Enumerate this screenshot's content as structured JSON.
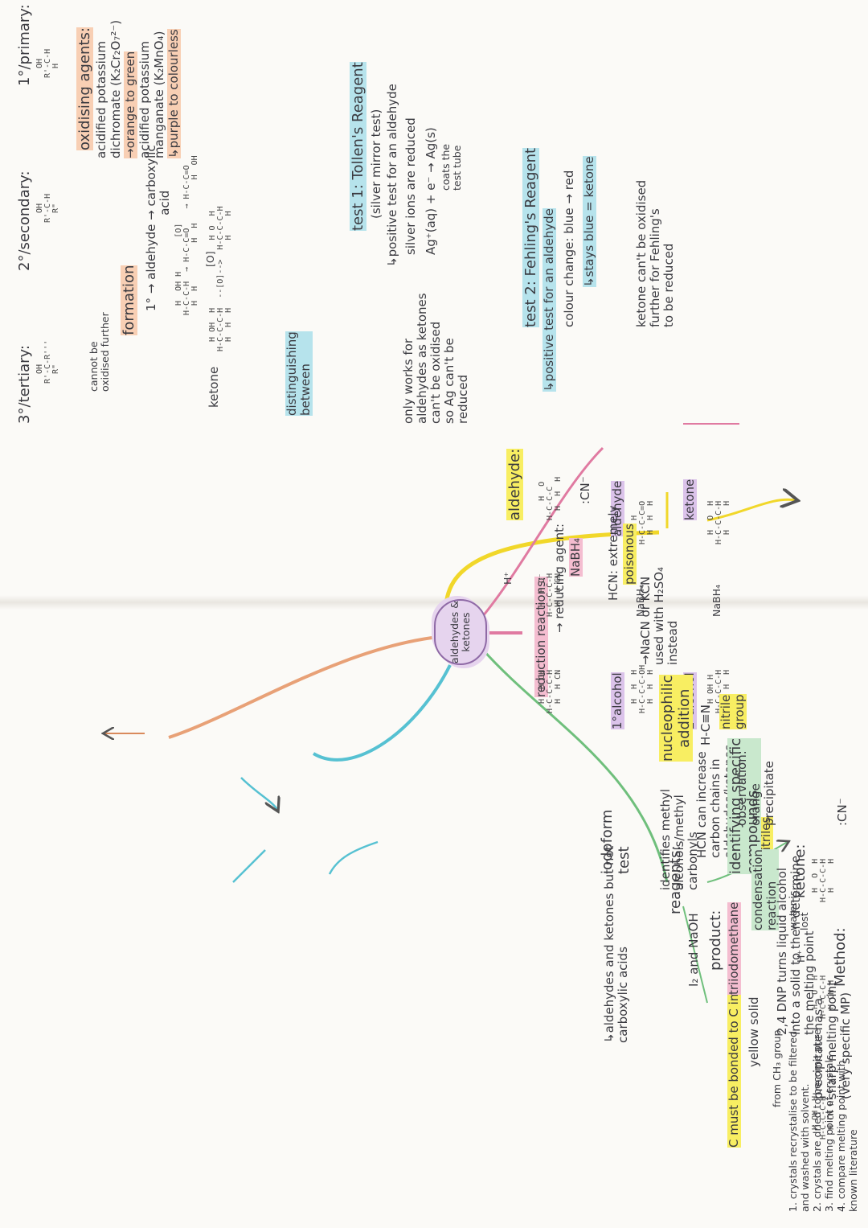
{
  "colors": {
    "orange": "#f8cfb4",
    "yellow": "#f8ee62",
    "pink": "#f4bdd0",
    "green": "#c9e8cd",
    "blue": "#b6e3ec",
    "purple": "#dbc3ea"
  },
  "icons": [
    "arrow-icon",
    "curved-arrow-icon",
    "bracket-icon"
  ],
  "center": {
    "label": "aldehydes &\nketones"
  },
  "formation": {
    "title": "formation",
    "classes": {
      "primary": "1°/primary:",
      "secondary": "2°/secondary:",
      "tertiary": "3°/tertiary:"
    },
    "tertiary_note": "cannot be\noxidised further",
    "oxidising_agents": {
      "title": "oxidising agents:",
      "lines": [
        "acidified potassium",
        "dichromate (K₂Cr₂O₇²⁻)",
        "→orange to green",
        "acidified potassium",
        "manganate (K₂MnO₄)",
        "↳purple to colourless"
      ]
    },
    "primary_route": "1° → aldehyde → carboxylic\n                         acid",
    "secondary_route": "ketone",
    "oxidant": "[O]",
    "structures": {
      "primary": "  OH\nR'-C-H\n  H",
      "secondary": "  OH\nR'-C-H\n  R\"",
      "tertiary": "  OH\nR'-C-R'''\n  R\"",
      "primary_chain": "  H  OH H       [O]\nH-C-C-H  → H-C-C=O    → H-C-C=O\n  H  H         H  H         H  OH",
      "secondary_chain": "  H OH  H              H O  H\nH-C-C-C-H  --[O]-->  H-C-C-C-H\n  H  H  H              H    H"
    }
  },
  "distinguishing": {
    "title": "distinguishing\nbetween",
    "test1": {
      "title": "test 1: Tollen's Reagent",
      "subtitle": "(silver mirror test)",
      "positive": "↳positive test for an aldehyde",
      "reduced": "silver ions are reduced",
      "equation": "Ag⁺(aq) + e⁻ → Ag(s)",
      "coat": "coats the\ntest tube",
      "note": "only works for\naldehydes as ketones\ncan't be oxidised\nso Ag can't be\nreduced"
    },
    "test2": {
      "title": "test 2: Fehling's Reagent",
      "positive": "↳positive test for an aldehyde",
      "colour": "colour change: blue → red",
      "stays": "↳stays blue = ketone",
      "ketone_note": "ketone can't be oxidised\nfurther for Fehling's\nto be reduced"
    }
  },
  "reduction": {
    "title": "reduction reactions:",
    "agent_label": "→ reducing agent:",
    "agent": "NaBH₄",
    "aldehyde_label": "aldehyde",
    "aldehyde_product": "1°alcohol",
    "ketone_label": "ketone",
    "ketone_product": "2°alcohol",
    "reagent": "NaBH₄",
    "structures": {
      "aldehyde": "  H  H\nH-C-C-C=O\n  H  H  H",
      "alcohol1": "  H  H  H\nH-C-C-C-OH\n  H  H  H",
      "ketone": "  H  O  H\nH-C-C-C-H\n  H     H",
      "alcohol2": "  H OH H\nH-C-C-C-H\n  H  H  H"
    }
  },
  "nucleophilic": {
    "title": "nucleophilic\naddition",
    "aldehyde_label": "aldehyde:",
    "ketone_label": "ketone:",
    "hplus": "H⁺",
    "cn": ":CN⁻",
    "hcn_label": "HCN: extremely",
    "poisonous": "poisonous",
    "nacn": "→NaCN or KCN\nused with H₂SO₄\ninstead",
    "nitrile_formula": "H-C≡N",
    "nitrile_group": "nitrile\ngroup",
    "hcn_increase": "HCN can increase\ncarbon chains in\naldehydes/ketones",
    "forms": "forms",
    "hydroxynitriles": "hydroxynitriles",
    "c_bonded": "C must be bonded to C in CN",
    "structures": {
      "ald_start": "    H  O\nH-C-C-C\n  H  H  H",
      "ald_mid": "  H  H O⁻\nH-C-C-C-H\n  H  H CN",
      "ald_end": "  H  H OH\nH-C-C-C-H\n  H  H CN",
      "ket_start": "  H  O  H\nH-C-C-C-H\n  H     H",
      "ket_mid": "  H  O⁻ H\nH-C-C-C-H\n  H CN H",
      "ket_end": "  H OH  H\nH-C-C-C-H\n  H CN H"
    }
  },
  "iodoform": {
    "title": "iodoform\ntest",
    "identifies": "identifies methyl\nalcohols/methyl\ncarbonyls",
    "aldehydes": "↳aldehydes and ketones but not\ncarboxylic acids",
    "reagents_label": "reagents:",
    "reagents": "I₂ and NaOH",
    "product_label": "product:",
    "product": "triiodomethane",
    "yellow_solid": "yellow solid",
    "from_ch3": "from CH₃ group"
  },
  "identifying": {
    "title": "identifying specific\ncompounds",
    "observation": "observation:\norange\nprecipitate",
    "condensation": "condensation\nreaction",
    "water": "water is\nlost",
    "dnp": "2,4 DNP turns liquid alcohol\ninto a solid to then determine\nthe melting point",
    "precipitate": "precipitate has a\nsharp melting point\n(very specific MP)",
    "method_label": "Method:",
    "method": [
      "1. crystals recrystalise to be filtered",
      "    and washed with solvent.",
      "2. crystals are dried to become pure",
      "3. find melting point of crystals",
      "4. compare melting point with",
      "    known literature"
    ]
  }
}
